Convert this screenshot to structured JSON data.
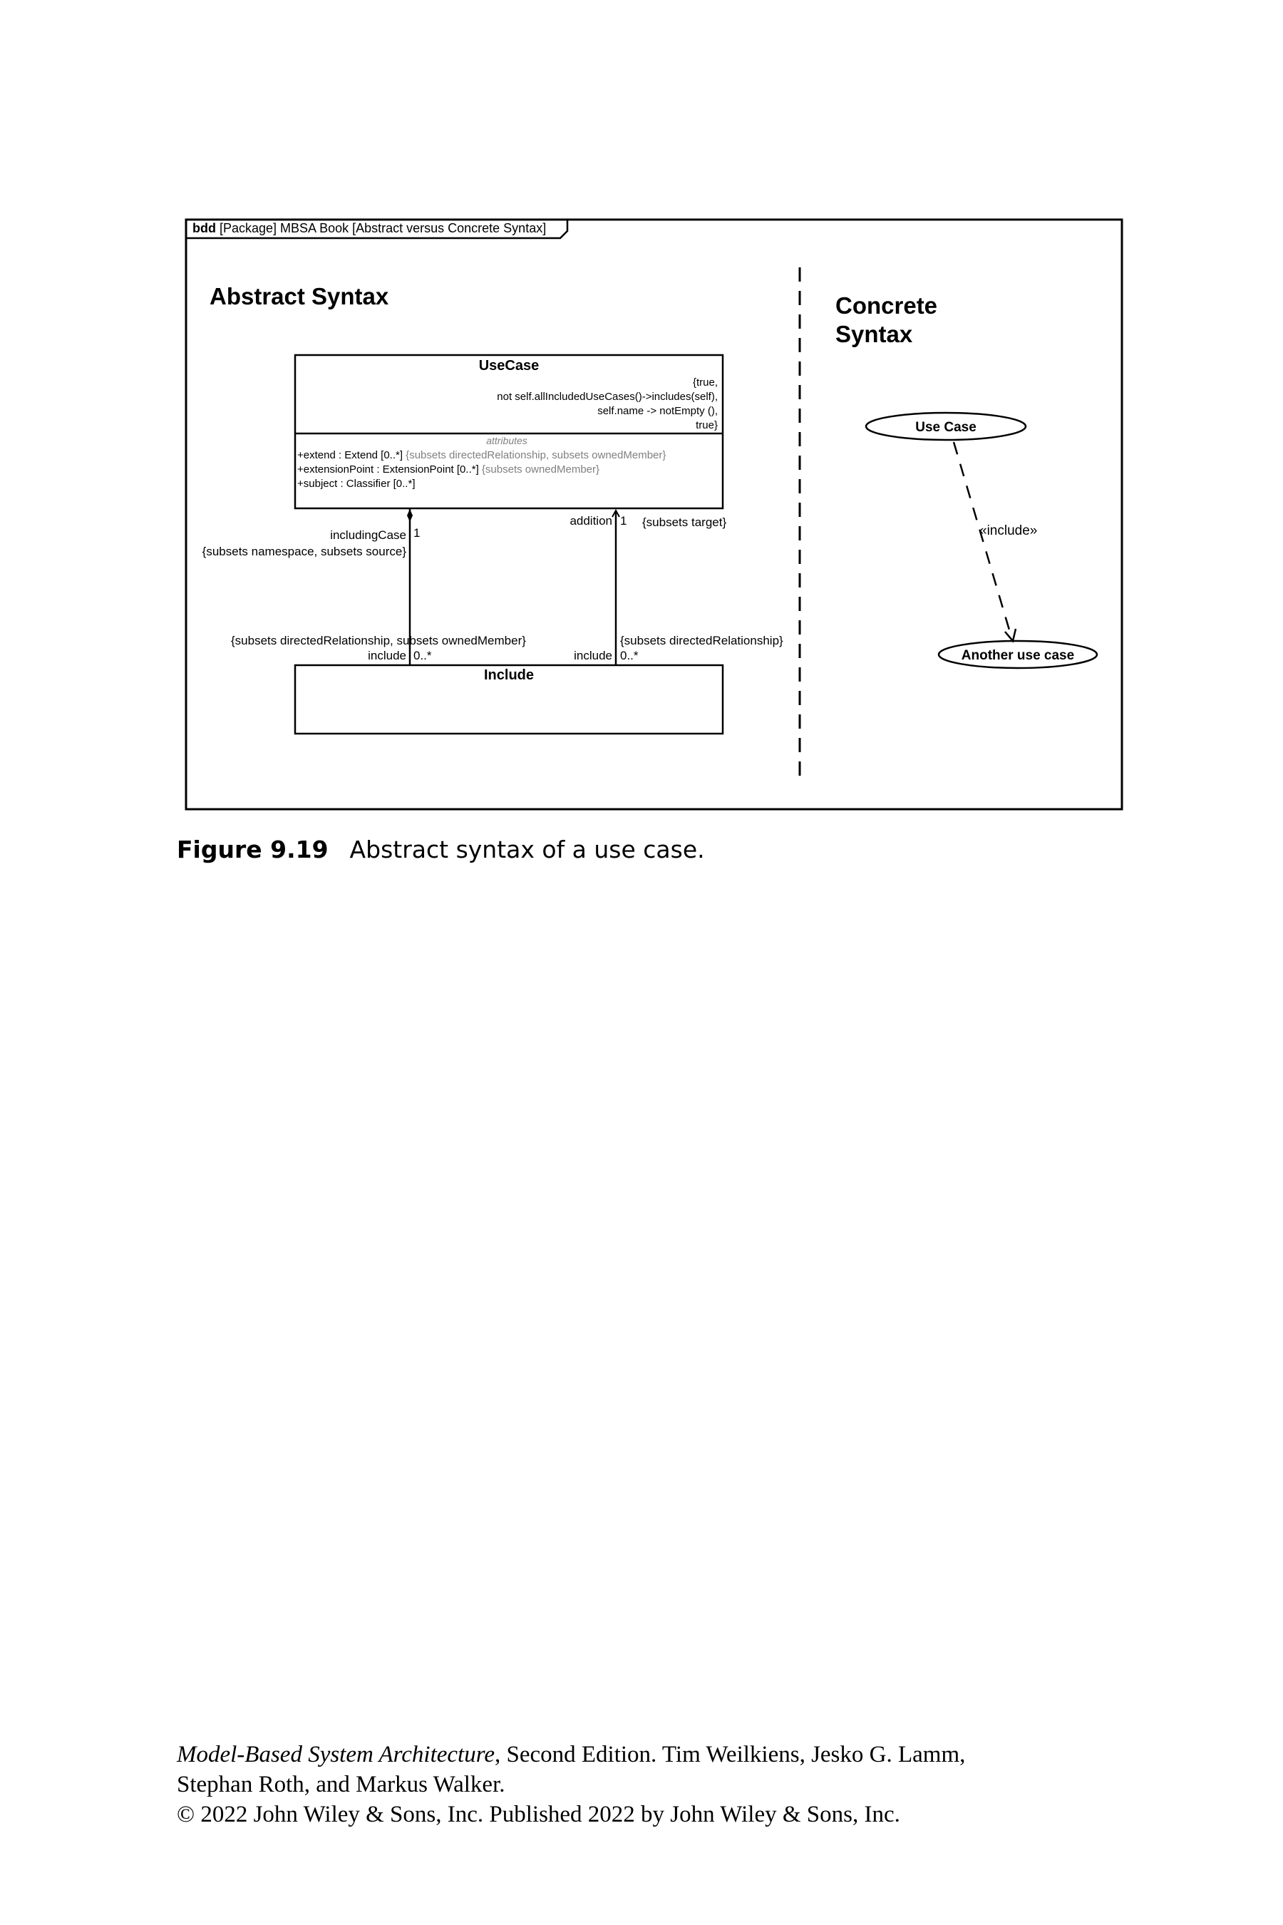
{
  "frame": {
    "kind": "bdd",
    "header_rest": " [Package] MBSA Book [Abstract versus Concrete Syntax]"
  },
  "abstract": {
    "heading": "Abstract Syntax",
    "usecase": {
      "name": "UseCase",
      "constraints": [
        "{true,",
        "not self.allIncludedUseCases()->includes(self),",
        "self.name -> notEmpty (),",
        "true}"
      ],
      "attributes_label": "attributes",
      "attributes": [
        {
          "text": "+extend : Extend [0..*]",
          "note": " {subsets directedRelationship, subsets ownedMember}"
        },
        {
          "text": "+extensionPoint : ExtensionPoint [0..*]",
          "note": " {subsets ownedMember}"
        },
        {
          "text": "+subject : Classifier [0..*]",
          "note": ""
        }
      ]
    },
    "include_block": {
      "name": "Include"
    },
    "assoc_left": {
      "role_top": "includingCase",
      "mult_top": "1",
      "subsets_top": "{subsets namespace, subsets source}",
      "subsets_bottom": "{subsets directedRelationship, subsets ownedMember}",
      "role_bottom": "include",
      "mult_bottom": "0..*"
    },
    "assoc_right": {
      "role_top": "addition",
      "mult_top": "1",
      "subsets_top": "{subsets target}",
      "subsets_bottom": "{subsets directedRelationship}",
      "role_bottom": "include",
      "mult_bottom": "0..*"
    }
  },
  "concrete": {
    "heading_line1": "Concrete",
    "heading_line2": "Syntax",
    "usecase1": "Use Case",
    "usecase2": "Another use case",
    "dependency": "«include»"
  },
  "caption": {
    "label": "Figure 9.19",
    "text": "Abstract syntax of a use case."
  },
  "footer": {
    "title": "Model-Based System Architecture",
    "line1_rest": ", Second Edition. Tim Weilkiens, Jesko G. Lamm,",
    "line2": "Stephan Roth, and Markus Walker.",
    "line3": "© 2022 John Wiley & Sons, Inc. Published 2022 by John Wiley & Sons, Inc."
  },
  "colors": {
    "ink": "#000000",
    "note_gray": "#808080"
  }
}
